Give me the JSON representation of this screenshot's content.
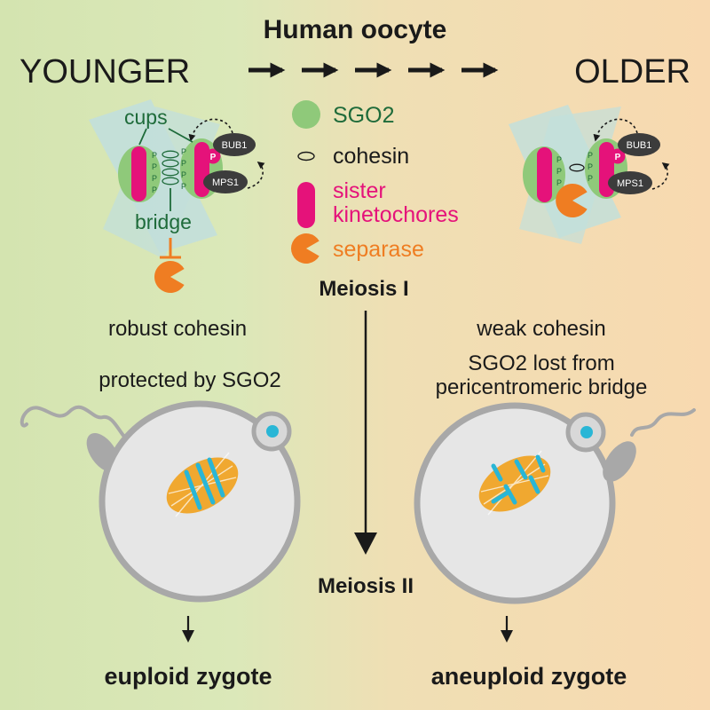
{
  "title": "Human oocyte",
  "axis": {
    "left": "YOUNGER",
    "right": "OLDER"
  },
  "labels": {
    "cups": "cups",
    "bridge": "bridge",
    "p": "P",
    "bub1": "BUB1",
    "mps1": "MPS1"
  },
  "legend": {
    "sgo2": "SGO2",
    "cohesin": "cohesin",
    "kinetochores_line1": "sister",
    "kinetochores_line2": "kinetochores",
    "separase": "separase"
  },
  "stages": {
    "meiosis1": "Meiosis I",
    "meiosis2": "Meiosis II"
  },
  "young": {
    "caption1": "robust cohesin",
    "caption2": "protected by SGO2",
    "outcome": "euploid zygote"
  },
  "old": {
    "caption1": "weak cohesin",
    "caption2a": "SGO2 lost from",
    "caption2b": "pericentromeric bridge",
    "outcome": "aneuploid zygote"
  },
  "colors": {
    "bg_young": "#d8e6b6",
    "bg_old": "#f6dbb4",
    "sgo2": "#8fc97a",
    "kinetochore": "#e5127a",
    "separase": "#ef7d22",
    "label_green": "#1e6b3a",
    "spindle": "#f0a830",
    "chromosome": "#29b6d6",
    "egg": "#e6e6e6",
    "egg_stroke": "#a8a8a8",
    "panel": "#c2dfdb",
    "dark": "#1a1a1a"
  }
}
